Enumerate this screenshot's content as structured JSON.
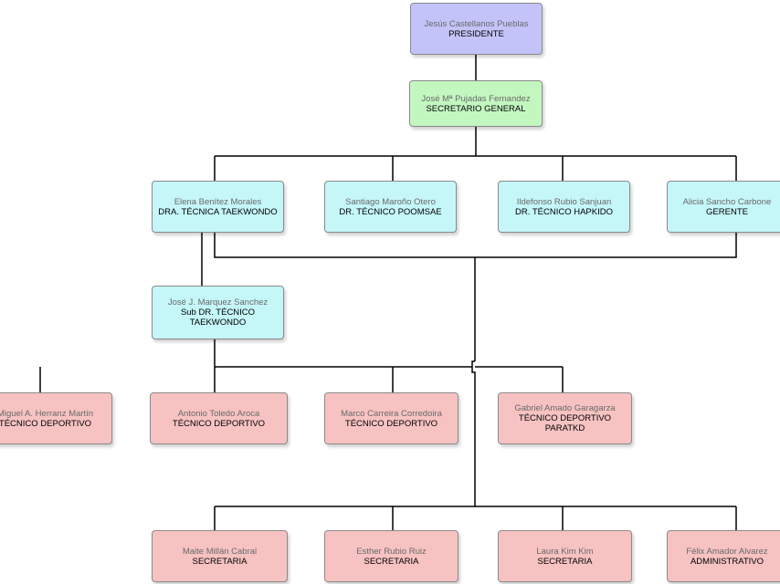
{
  "colors": {
    "president": "#c3c3fa",
    "secretary_general": "#c3f7c0",
    "directors": "#c5f6f8",
    "staff": "#f7c2c2",
    "lines": "#000000"
  },
  "org": {
    "president": {
      "name": "Jesús Castellanos Pueblas",
      "role": [
        "PRESIDENTE"
      ]
    },
    "secretary_general": {
      "name": "José Mª Pujadas Fernandez",
      "role": [
        "SECRETARIO GENERAL"
      ]
    },
    "directors": [
      {
        "name": "Elena Benítez Morales",
        "role": [
          "DRA. TÉCNICA TAEKWONDO"
        ]
      },
      {
        "name": "Santiago Maroño Otero",
        "role": [
          "DR. TÉCNICO POOMSAE"
        ]
      },
      {
        "name": "Ildefonso Rubio Sanjuan",
        "role": [
          "DR. TÉCNICO HAPKIDO"
        ]
      },
      {
        "name": "Alicia Sancho Carbone",
        "role": [
          "GERENTE"
        ]
      }
    ],
    "sub_director": {
      "name": "José J. Marquez Sanchez",
      "role": [
        "Sub DR. TÉCNICO",
        "TAEKWONDO"
      ]
    },
    "technicians": [
      {
        "name": "Miguel A. Herranz Martín",
        "role": [
          "TÉCNICO DEPORTIVO"
        ]
      },
      {
        "name": "Antonio Toledo Aroca",
        "role": [
          "TÉCNICO DEPORTIVO"
        ]
      },
      {
        "name": "Marco Carreira Corredoira",
        "role": [
          "TÉCNICO DEPORTIVO"
        ]
      },
      {
        "name": "Gabriel Amado Garagarza",
        "role": [
          "TÉCNICO DEPORTIVO",
          "PARATKD"
        ]
      }
    ],
    "administration": [
      {
        "name": "Maite Millán Cabral",
        "role": [
          "SECRETARIA"
        ]
      },
      {
        "name": "Esther Rubio Ruiz",
        "role": [
          "SECRETARIA"
        ]
      },
      {
        "name": "Laura Kim Kim",
        "role": [
          "SECRETARIA"
        ]
      },
      {
        "name": "Félix Amador Alvarez",
        "role": [
          "ADMINISTRATIVO"
        ]
      }
    ]
  }
}
